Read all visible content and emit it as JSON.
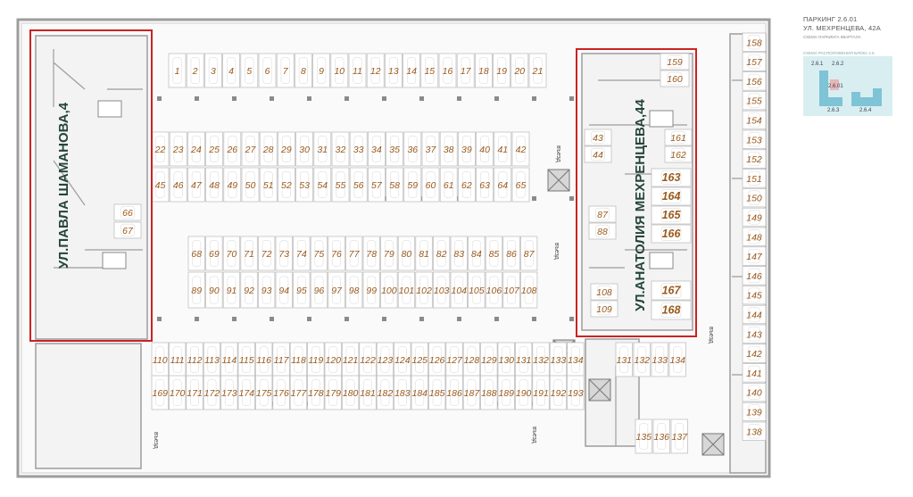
{
  "title": {
    "line1": "ПАРКИНГ 2.6.01",
    "line2": "УЛ. МЕХРЕНЦЕВА, 42А",
    "subtitle": "СХЕМА ПАРКИНГА КВАРТАЛА",
    "scheme_label": "СХЕМА РАСПОЛОЖЕНИЯ БЛОКА 2.6"
  },
  "scheme_labels": [
    "2.6.1",
    "2.6.2",
    "2.6.01",
    "2.6.3",
    "2.6.4"
  ],
  "streets": {
    "left": "УЛ.ПАВЛА ШАМАНОВА,4",
    "right": "УЛ.АНАТОЛИЯ МЕХРЕНЦЕВА,44"
  },
  "entry_label": "въезд",
  "colors": {
    "wall": "#9d9d9d",
    "highlight_frame": "#cc2222",
    "slot_number": "#9a5a1e",
    "street_label": "#24453a",
    "scheme_bg": "#d9eef1"
  }
}
